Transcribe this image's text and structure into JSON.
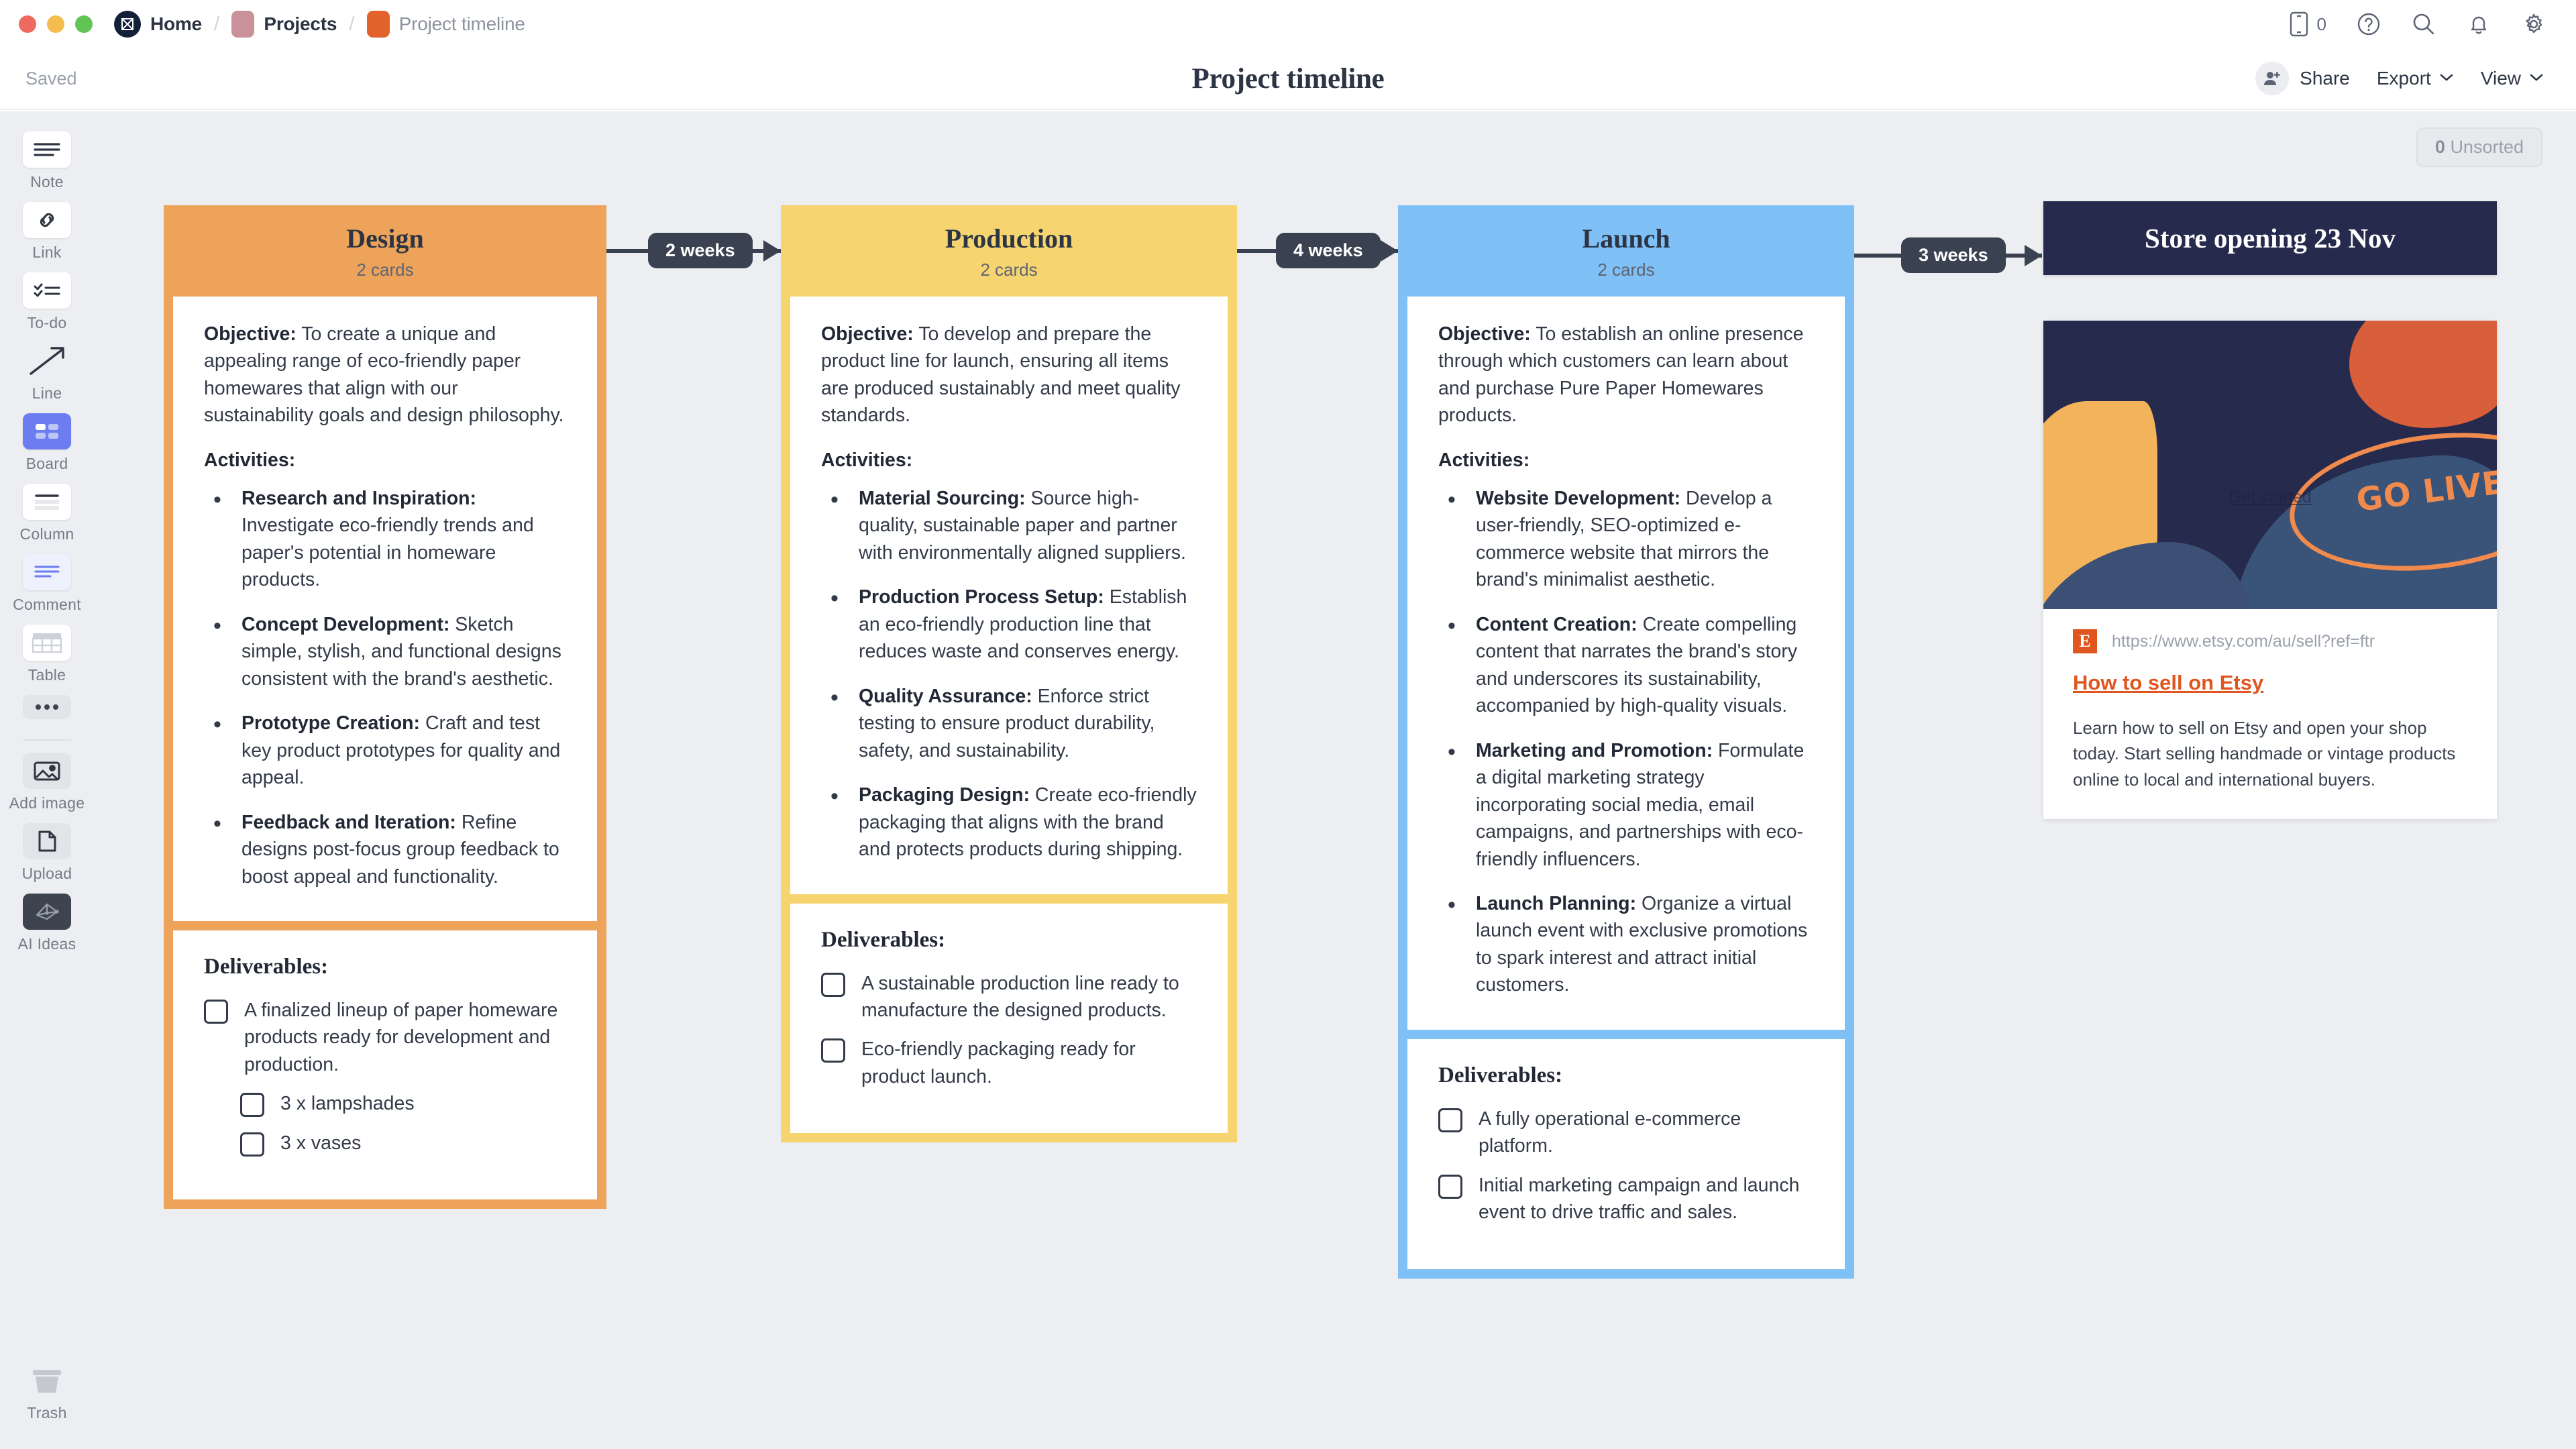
{
  "chrome": {
    "breadcrumbs": [
      {
        "label": "Home",
        "icon": "milanote-logo-icon",
        "muted": false
      },
      {
        "label": "Projects",
        "icon": "folder-swatch-pink",
        "color": "#c99199",
        "muted": false
      },
      {
        "label": "Project timeline",
        "icon": "folder-swatch-orange",
        "color": "#e2622b",
        "muted": true
      }
    ],
    "device_count": "0",
    "icons": [
      "mobile-preview-icon",
      "help-icon",
      "search-icon",
      "notifications-icon",
      "settings-gear-icon"
    ]
  },
  "titlebar": {
    "saved_status": "Saved",
    "title": "Project timeline",
    "share_label": "Share",
    "export_label": "Export",
    "view_label": "View"
  },
  "toolbar": {
    "items": [
      {
        "label": "Note",
        "icon": "note-icon",
        "state": "default"
      },
      {
        "label": "Link",
        "icon": "link-icon",
        "state": "default"
      },
      {
        "label": "To-do",
        "icon": "todo-icon",
        "state": "default"
      },
      {
        "label": "Line",
        "icon": "line-arrow-icon",
        "state": "plain"
      },
      {
        "label": "Board",
        "icon": "board-icon",
        "state": "active"
      },
      {
        "label": "Column",
        "icon": "column-icon",
        "state": "default"
      },
      {
        "label": "Comment",
        "icon": "comment-icon",
        "state": "default"
      },
      {
        "label": "Table",
        "icon": "table-icon",
        "state": "default"
      },
      {
        "label": "",
        "icon": "more-ellipsis-icon",
        "state": "grey"
      }
    ],
    "items2": [
      {
        "label": "Add image",
        "icon": "add-image-icon",
        "state": "grey"
      },
      {
        "label": "Upload",
        "icon": "upload-file-icon",
        "state": "grey"
      },
      {
        "label": "AI Ideas",
        "icon": "ai-ideas-icon",
        "state": "dark"
      }
    ],
    "trash_label": "Trash"
  },
  "canvas": {
    "unsorted_count": "0",
    "unsorted_label": "Unsorted"
  },
  "columns": [
    {
      "id": "design",
      "title": "Design",
      "card_count": "2 cards",
      "color": "#eda35a",
      "objective_label": "Objective:",
      "objective": " To create a unique and appealing range of eco-friendly paper homewares that align with our sustainability goals and design philosophy.",
      "activities_label": "Activities:",
      "activities": [
        {
          "term": "Research and Inspiration:",
          "desc": " Investigate eco-friendly trends and paper's potential in homeware products."
        },
        {
          "term": "Concept Development:",
          "desc": " Sketch simple, stylish, and functional designs consistent with the brand's aesthetic."
        },
        {
          "term": "Prototype Creation:",
          "desc": " Craft and test key product prototypes for quality and appeal."
        },
        {
          "term": "Feedback and Iteration:",
          "desc": " Refine designs post-focus group feedback to boost appeal and functionality."
        }
      ],
      "deliverables_label": "Deliverables:",
      "deliverables": [
        {
          "text": "A finalized lineup of paper homeware products ready for development and production.",
          "indent": false,
          "checked": false
        },
        {
          "text": "3 x lampshades",
          "indent": true,
          "checked": false
        },
        {
          "text": "3 x vases",
          "indent": true,
          "checked": false
        }
      ]
    },
    {
      "id": "production",
      "title": "Production",
      "card_count": "2 cards",
      "color": "#f6d46f",
      "objective_label": "Objective:",
      "objective": " To develop and prepare the product line for launch, ensuring all items are produced sustainably and meet quality standards.",
      "activities_label": "Activities:",
      "activities": [
        {
          "term": "Material Sourcing:",
          "desc": " Source high-quality, sustainable paper and partner with environmentally aligned suppliers."
        },
        {
          "term": "Production Process Setup:",
          "desc": " Establish an eco-friendly production line that reduces waste and conserves energy."
        },
        {
          "term": "Quality Assurance:",
          "desc": " Enforce strict testing to ensure product durability, safety, and sustainability."
        },
        {
          "term": "Packaging Design:",
          "desc": " Create eco-friendly packaging that aligns with the brand and protects products during shipping."
        }
      ],
      "deliverables_label": "Deliverables:",
      "deliverables": [
        {
          "text": "A sustainable production line ready to manufacture the designed products.",
          "indent": false,
          "checked": false
        },
        {
          "text": "Eco-friendly packaging ready for product launch.",
          "indent": false,
          "checked": false
        }
      ]
    },
    {
      "id": "launch",
      "title": "Launch",
      "card_count": "2 cards",
      "color": "#7fc0f7",
      "objective_label": "Objective:",
      "objective": " To establish an online presence through which customers can learn about and purchase Pure Paper Homewares products.",
      "activities_label": "Activities:",
      "activities": [
        {
          "term": "Website Development:",
          "desc": " Develop a user-friendly, SEO-optimized e-commerce website that mirrors the brand's minimalist aesthetic."
        },
        {
          "term": "Content Creation:",
          "desc": " Create compelling content that narrates the brand's story and underscores its sustainability, accompanied by high-quality visuals."
        },
        {
          "term": "Marketing and Promotion:",
          "desc": " Formulate a digital marketing strategy incorporating social media, email campaigns, and partnerships with eco-friendly influencers."
        },
        {
          "term": "Launch Planning:",
          "desc": " Organize a virtual launch event with exclusive promotions to spark interest and attract initial customers."
        }
      ],
      "deliverables_label": "Deliverables:",
      "deliverables": [
        {
          "text": "A fully operational e-commerce platform.",
          "indent": false,
          "checked": false
        },
        {
          "text": "Initial marketing campaign and launch event to drive traffic and sales.",
          "indent": false,
          "checked": false
        }
      ]
    }
  ],
  "connectors": [
    {
      "label": "2 weeks"
    },
    {
      "label": "4 weeks"
    },
    {
      "label": "3 weeks"
    }
  ],
  "milestone": {
    "title": "Store opening 23 Nov",
    "bg_color": "#262a4d"
  },
  "link_card": {
    "image_text": "GO LIVE!",
    "image_cta": "Get started",
    "favicon_letter": "E",
    "url": "https://www.etsy.com/au/sell?ref=ftr",
    "title": "How to sell on Etsy",
    "description": "Learn how to sell on Etsy and open your shop today. Start selling handmade or vintage products online to local and international buyers."
  }
}
